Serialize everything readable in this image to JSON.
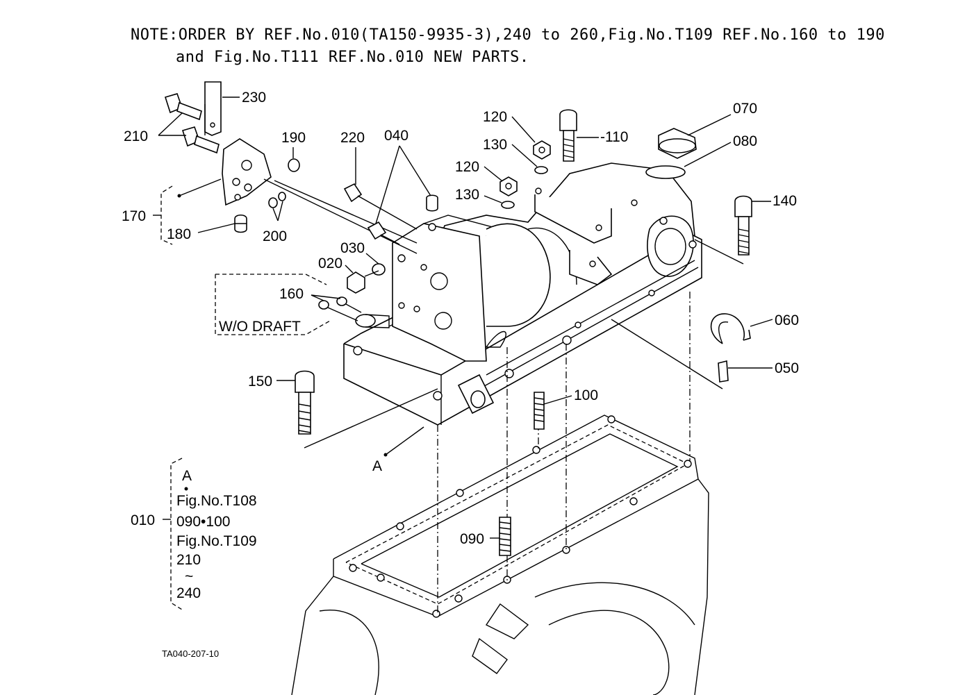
{
  "note": {
    "line1": "NOTE:ORDER BY REF.No.010(TA150-9935-3),240 to 260,Fig.No.T109 REF.No.160 to 190",
    "line2": "and Fig.No.T111 REF.No.010 NEW PARTS."
  },
  "callouts": {
    "c230": "230",
    "c210": "210",
    "c190": "190",
    "c170": "170",
    "c180": "180",
    "c200": "200",
    "c220": "220",
    "c040": "040",
    "c030": "030",
    "c020": "020",
    "c160": "160",
    "c120a": "120",
    "c130a": "130",
    "c120b": "120",
    "c130b": "130",
    "c110": "-110",
    "c070": "070",
    "c080": "080",
    "c140": "140",
    "c060": "060",
    "c050": "050",
    "c150": "150",
    "c100": "100",
    "c090": "090",
    "cA": "A"
  },
  "wo_draft": "W/O DRAFT",
  "ref010": {
    "number": "010",
    "a": "A",
    "line1": "Fig.No.T108",
    "line2": "090•100",
    "line3": "Fig.No.T109",
    "line4": "210",
    "tilde": "~",
    "line5": "240"
  },
  "drawing_code": "TA040-207-10"
}
